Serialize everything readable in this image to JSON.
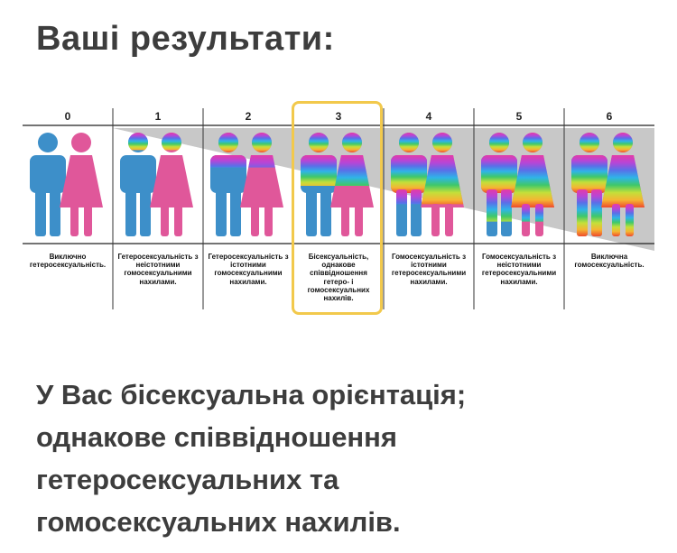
{
  "header": {
    "title": "Ваші результати:"
  },
  "scale": {
    "columns": [
      {
        "number": "0",
        "label": "Виключно гетеросексуальність.",
        "rainbow_share": 0
      },
      {
        "number": "1",
        "label": "Гетеросексуальність з неістотними гомосексуальними нахилами.",
        "rainbow_share": 0.17
      },
      {
        "number": "2",
        "label": "Гетеросексуальність з істотними гомосексуальними нахилами.",
        "rainbow_share": 0.33
      },
      {
        "number": "3",
        "label": "Бісексуальність, однакове співвідношення гетеро- і гомосексуальних нахилів.",
        "rainbow_share": 0.5
      },
      {
        "number": "4",
        "label": "Гомосексуальність з істотними гетеросексуальними нахилами.",
        "rainbow_share": 0.67
      },
      {
        "number": "5",
        "label": "Гомосексуальність з неістотними гетеросексуальними нахилами.",
        "rainbow_share": 0.83
      },
      {
        "number": "6",
        "label": "Виключна гомосексуальність.",
        "rainbow_share": 1
      }
    ],
    "selected_index": 3,
    "colors": {
      "male": "#3d8fc9",
      "female": "#e0579a",
      "band": "#c8c8c8",
      "highlight": "#f2c94c",
      "rainbow": [
        "#e43ba7",
        "#b845d6",
        "#5a6fe8",
        "#2fb4e8",
        "#3fc86a",
        "#c3e03a",
        "#f5b533",
        "#ef4a2c"
      ]
    }
  },
  "result": {
    "lines": [
      "У Вас бісексуальна орієнтація;",
      "однакове співвідношення",
      "гетеросексуальних та",
      "гомосексуальних нахилів."
    ]
  }
}
